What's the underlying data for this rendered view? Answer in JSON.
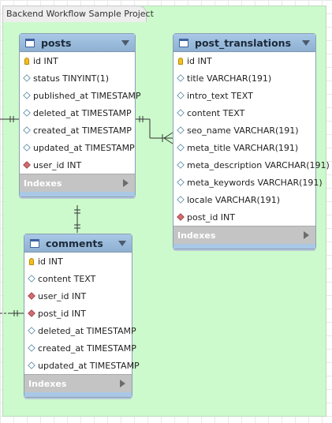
{
  "region": {
    "label": "Backend Workflow Sample Project"
  },
  "tables": {
    "posts": {
      "name": "posts",
      "columns": [
        {
          "kind": "key",
          "label": "id INT"
        },
        {
          "kind": "column",
          "label": "status TINYINT(1)"
        },
        {
          "kind": "column",
          "label": "published_at TIMESTAMP"
        },
        {
          "kind": "column",
          "label": "deleted_at TIMESTAMP"
        },
        {
          "kind": "column",
          "label": "created_at TIMESTAMP"
        },
        {
          "kind": "column",
          "label": "updated_at TIMESTAMP"
        },
        {
          "kind": "foreign",
          "label": "user_id INT"
        }
      ],
      "indexes_label": "Indexes"
    },
    "post_translations": {
      "name": "post_translations",
      "columns": [
        {
          "kind": "key",
          "label": "id INT"
        },
        {
          "kind": "column",
          "label": "title VARCHAR(191)"
        },
        {
          "kind": "column",
          "label": "intro_text TEXT"
        },
        {
          "kind": "column",
          "label": "content TEXT"
        },
        {
          "kind": "column",
          "label": "seo_name VARCHAR(191)"
        },
        {
          "kind": "column",
          "label": "meta_title VARCHAR(191)"
        },
        {
          "kind": "column",
          "label": "meta_description VARCHAR(191)"
        },
        {
          "kind": "column",
          "label": "meta_keywords VARCHAR(191)"
        },
        {
          "kind": "column",
          "label": "locale VARCHAR(191)"
        },
        {
          "kind": "foreign",
          "label": "post_id INT"
        }
      ],
      "indexes_label": "Indexes"
    },
    "comments": {
      "name": "comments",
      "columns": [
        {
          "kind": "key",
          "label": "id INT"
        },
        {
          "kind": "column",
          "label": "content TEXT"
        },
        {
          "kind": "foreign",
          "label": "user_id INT"
        },
        {
          "kind": "foreign",
          "label": "post_id INT"
        },
        {
          "kind": "column",
          "label": "deleted_at TIMESTAMP"
        },
        {
          "kind": "column",
          "label": "created_at TIMESTAMP"
        },
        {
          "kind": "column",
          "label": "updated_at TIMESTAMP"
        }
      ],
      "indexes_label": "Indexes"
    }
  },
  "colors": {
    "region_fill": "#ccfacc",
    "table_header": "#a9c8e6",
    "foreign_key": "#cf6e73",
    "key_icon": "#f2c01e",
    "connector": "#333333"
  }
}
